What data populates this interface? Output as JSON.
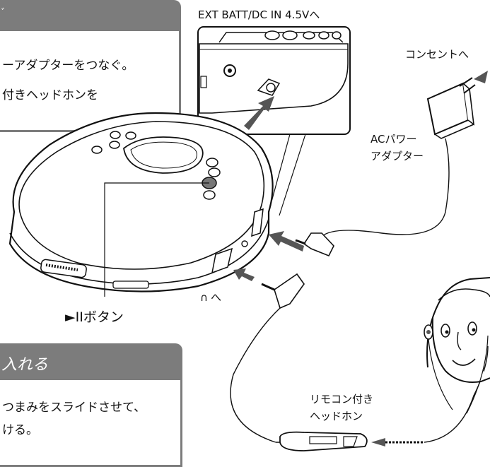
{
  "callouts": {
    "ext_batt": "EXT BATT/DC IN 4.5Vへ",
    "outlet": "コンセントへ",
    "adapter_line1": "ACパワー",
    "adapter_line2": "アダプター",
    "headphone_jack": "へ",
    "play_button": "►IIボタン",
    "remote_line1": "リモコン付き",
    "remote_line2": "ヘッドホン"
  },
  "step1": {
    "header_fragment": "ﾞ",
    "line1": "ーアダプターをつなぐ。",
    "line2": "付きヘッドホンを"
  },
  "step2": {
    "header": "入れる",
    "line1": "つまみをスライドさせて、",
    "line2": "ける。"
  }
}
